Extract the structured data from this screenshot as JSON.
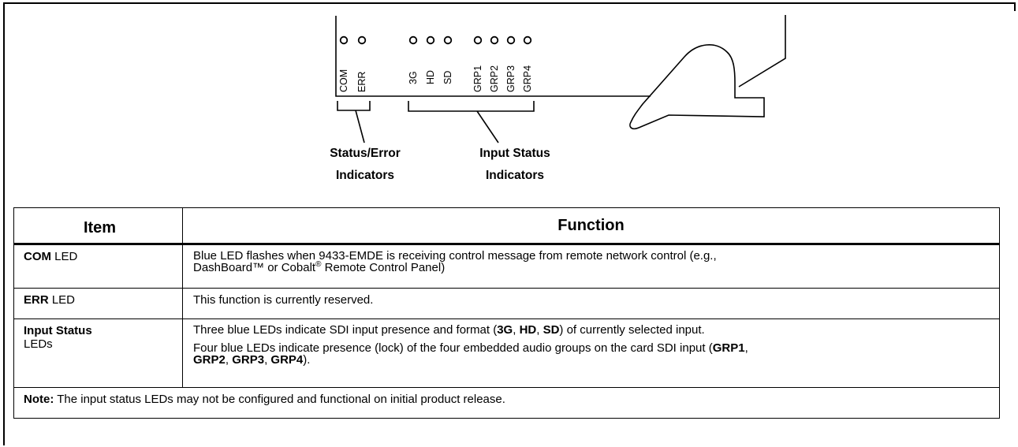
{
  "diagram": {
    "led_labels": {
      "status": [
        "COM",
        "ERR"
      ],
      "format": [
        "3G",
        "HD",
        "SD"
      ],
      "groups": [
        "GRP1",
        "GRP2",
        "GRP3",
        "GRP4"
      ]
    },
    "callouts": {
      "status_line1": "Status/Error",
      "status_line2": "Indicators",
      "input_line1": "Input Status",
      "input_line2": "Indicators"
    }
  },
  "table": {
    "headers": {
      "item": "Item",
      "function": "Function"
    },
    "rows": [
      {
        "item_bold": "COM",
        "item_rest": " LED",
        "func_a": "Blue LED flashes when 9433-EMDE is receiving control message from remote network control (e.g.,",
        "func_b": "DashBoard™ or Cobalt",
        "func_reg": "®",
        "func_c": " Remote Control Panel)"
      },
      {
        "item_bold": "ERR",
        "item_rest": " LED",
        "func": "This function is currently reserved."
      },
      {
        "item_bold": "Input Status",
        "item_line2": "LEDs",
        "func_p1_a": "Three blue LEDs indicate SDI input presence and format (",
        "func_p1_b1": "3G",
        "func_p1_s1": ", ",
        "func_p1_b2": "HD",
        "func_p1_s2": ", ",
        "func_p1_b3": "SD",
        "func_p1_c": ") of currently selected input.",
        "func_p2_a": "Four blue LEDs indicate presence (lock) of the four embedded audio groups on the card SDI input (",
        "func_p2_b1": "GRP1",
        "func_p2_s1": ",",
        "func_p2_b2": "GRP2",
        "func_p2_s2": ", ",
        "func_p2_b3": "GRP3",
        "func_p2_s3": ", ",
        "func_p2_b4": "GRP4",
        "func_p2_c": ")."
      }
    ],
    "note_label": "Note:",
    "note_text": " The input status LEDs may not be configured and functional on initial product release."
  }
}
